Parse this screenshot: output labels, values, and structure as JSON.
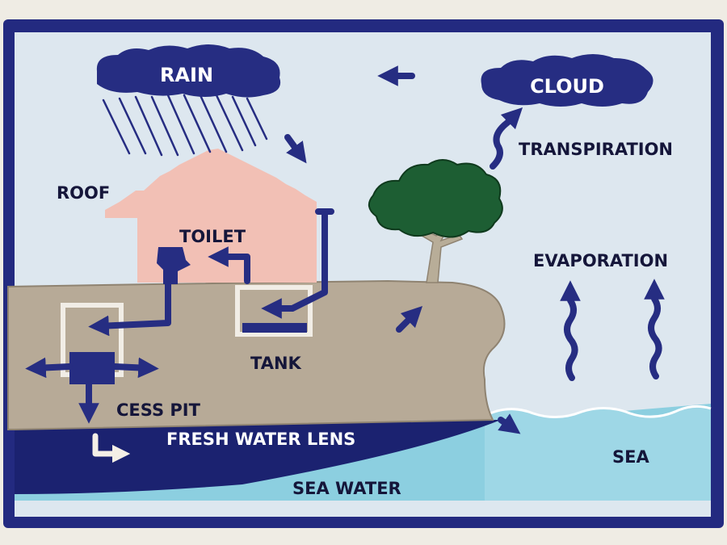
{
  "labels": {
    "rain": "RAIN",
    "cloud": "CLOUD",
    "transpiration": "TRANSPIRATION",
    "roof": "ROOF",
    "toilet": "TOILET",
    "evaporation": "EVAPORATION",
    "tank": "TANK",
    "cess_pit": "CESS PIT",
    "fresh_water_lens": "FRESH WATER LENS",
    "sea": "SEA",
    "sea_water": "SEA WATER"
  },
  "colors": {
    "frame": "#232a80",
    "sky": "#dde7ef",
    "cloud": "#262d82",
    "arrow": "#262d82",
    "house": "#f2c0b5",
    "ground": "#b7aa97",
    "tree_canopy": "#1d5e33",
    "trunk": "#b8ad98",
    "fresh_water": "#1b2270",
    "sea_water": "#8ccfe0",
    "label_dark": "#15163a",
    "label_light": "#ffffff"
  }
}
